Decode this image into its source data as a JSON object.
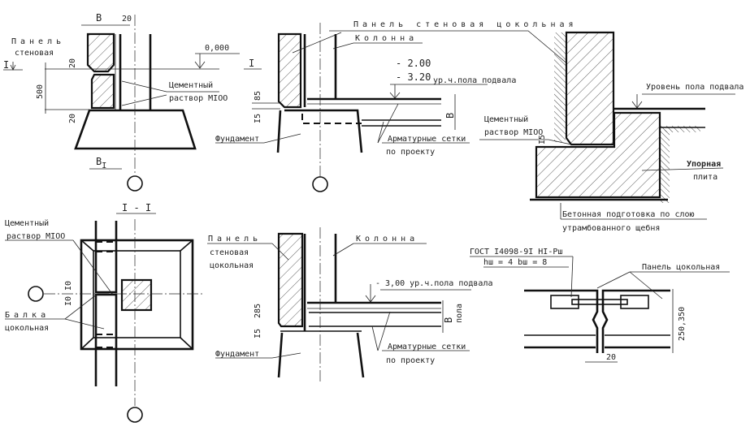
{
  "detail_1": {
    "dim_b": "B",
    "dim_20_top": "20",
    "panel_label_1": "Панель",
    "panel_label_2": "стеновая",
    "section_mark": "I",
    "level_mark": "0,000",
    "mortar_1": "Цементный",
    "mortar_2": "раствор MIOO",
    "dim_500": "500",
    "dim_20_a": "20",
    "dim_20_b": "20",
    "dim_b1": "B",
    "dim_b1_sub": "I"
  },
  "detail_2": {
    "panel_label": "Панель стеновая цокольная",
    "column_label": "Колонна",
    "section_mark": "I",
    "level_1": "- 2.00",
    "level_2": "- 3.20",
    "floor_level": "ур.ч.пола подвала",
    "dim_85": "85",
    "dim_15": "I5",
    "dim_b": "B",
    "foundation_label": "Фундамент",
    "rebar_1": "Арматурные сетки",
    "rebar_2": "по проекту"
  },
  "detail_3": {
    "floor_level": "Уровень пола подвала",
    "mortar_1": "Цементный",
    "mortar_2": "раствор MIOO",
    "dim_15": "I5",
    "slab_1": "Упорная",
    "slab_2": "плита",
    "prep_1": "Бетонная подготовка по слою",
    "prep_2": "утрамбованного щебня"
  },
  "detail_4": {
    "title": "I - I",
    "mortar_1": "Цементный",
    "mortar_2": "раствор MIOO",
    "dim_10_a": "I0",
    "dim_10_b": "I0",
    "beam_1": "Балка",
    "beam_2": "цокольная"
  },
  "detail_5": {
    "panel_1": "Панель",
    "panel_2": "стеновая",
    "panel_3": "цокольная",
    "column_label": "Колонна",
    "level": "- 3,00 ур.ч.пола подвала",
    "dim_285": "285",
    "dim_15": "I5",
    "dim_b": "B",
    "dim_floor": "пола",
    "foundation_label": "Фундамент",
    "rebar_1": "Арматурные сетки",
    "rebar_2": "по проекту"
  },
  "detail_6": {
    "gost": "ГОСТ I4098-9I HI-Pш",
    "weld": "hш = 4  bш = 8",
    "panel_label": "Панель цокольная",
    "dim_height": "250,350",
    "dim_20": "20"
  }
}
